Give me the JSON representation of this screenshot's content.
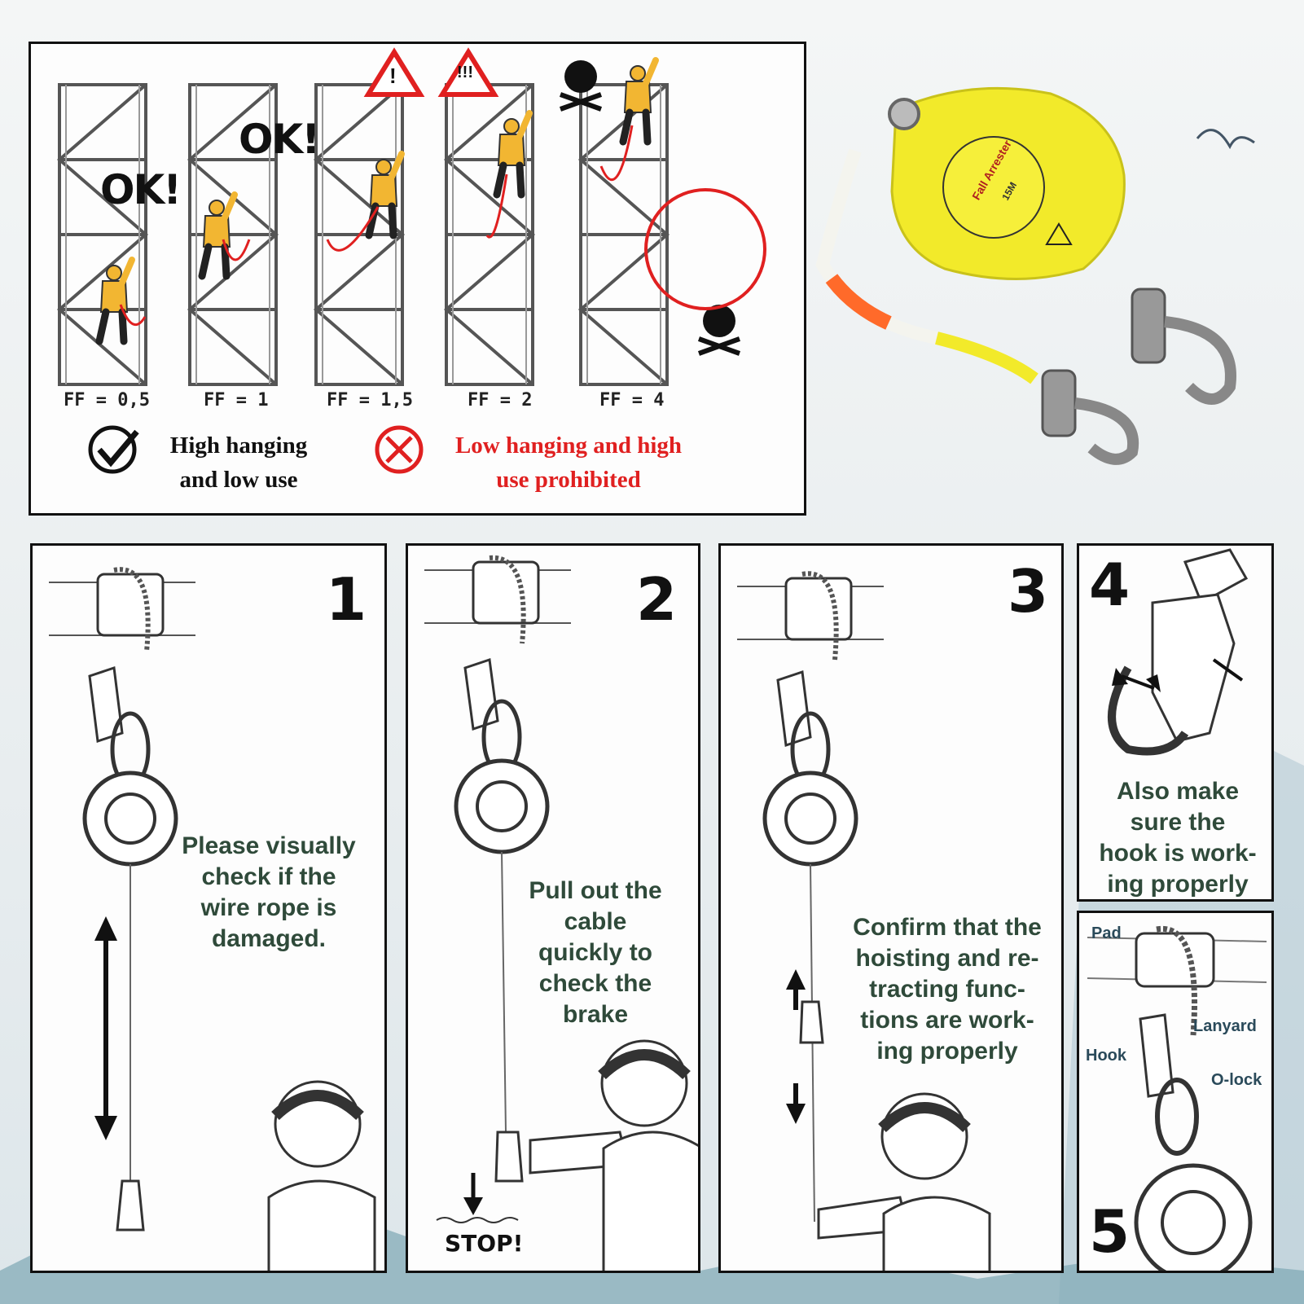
{
  "fall_factor_chart": {
    "labels": [
      "FF = 0,5",
      "FF = 1",
      "FF = 1,5",
      "FF = 2",
      "FF = 4"
    ],
    "ok_marks": [
      "OK!",
      "OK!"
    ],
    "warning_marks": [
      "!",
      "!!!"
    ],
    "legend_good": {
      "line1": "High hanging",
      "line2": "and low use"
    },
    "legend_bad": {
      "line1": "Low hanging and high",
      "line2": "use prohibited"
    }
  },
  "product": {
    "label_title": "Fall Arrester",
    "label_length": "15M"
  },
  "steps": [
    {
      "number": "1",
      "caption": [
        "Please visually",
        "check if the",
        "wire rope is",
        "damaged."
      ]
    },
    {
      "number": "2",
      "caption": [
        "Pull out the",
        "cable",
        "quickly to",
        "check the",
        "brake"
      ],
      "stop_label": "STOP!"
    },
    {
      "number": "3",
      "caption": [
        "Confirm that the",
        "hoisting and re-",
        "tracting func-",
        "tions are work-",
        "ing properly"
      ]
    },
    {
      "number": "4",
      "caption": [
        "Also make",
        "sure the",
        "hook is work-",
        "ing properly"
      ]
    },
    {
      "number": "5",
      "parts": {
        "pad": "Pad",
        "lanyard": "Lanyard",
        "hook": "Hook",
        "olock": "O-lock"
      }
    }
  ],
  "colors": {
    "warning_red": "#e02020",
    "device_yellow": "#f2ea2a",
    "caption_green": "#2f4a3a",
    "worker_yellow": "#f2b632"
  }
}
